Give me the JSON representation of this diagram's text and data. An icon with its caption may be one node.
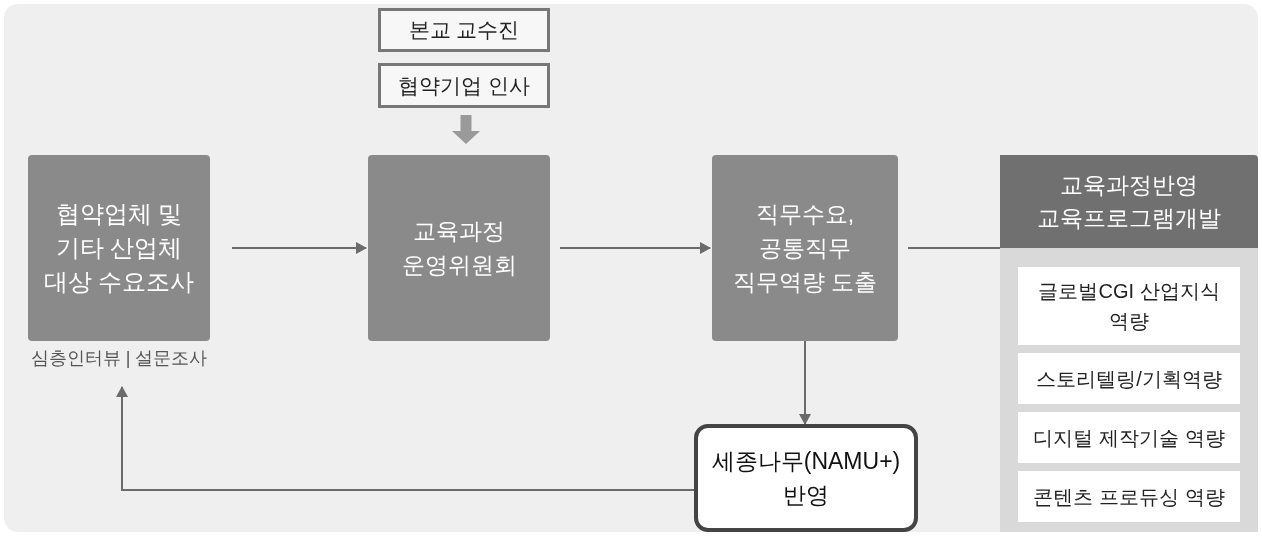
{
  "diagram": {
    "nodes": [
      {
        "text": [
          "본교 교수진"
        ]
      },
      {
        "text": [
          "협약기업 인사"
        ]
      },
      {
        "text": [
          "협약업체 및 기타 산업체 대상 수요조사"
        ],
        "beside": [
          "심층인터뷰 | 설문조사"
        ]
      },
      {
        "text": [
          "교육과정 운영위원회"
        ]
      },
      {
        "text": [
          "직무수요, 공통직무 직무역량 도출"
        ]
      },
      {
        "text": [
          "교육과정반영 교육프로그램개발"
        ]
      },
      {
        "text": [
          "글로벌CGI 산업지식 역량"
        ],
        "in": 5
      },
      {
        "text": [
          "스토리텔링/기획역량"
        ],
        "in": 5
      },
      {
        "text": [
          "디지털 제작기술 역량"
        ],
        "in": 5
      },
      {
        "text": [
          "콘텐츠 프로듀싱 역량"
        ],
        "in": 5
      },
      {
        "text": [
          "세종나무(NAMU+) 반영"
        ]
      }
    ],
    "edges": [
      {
        "from": 1,
        "to": 3,
        "arrow": "to",
        "style": "thick"
      },
      {
        "from": 2,
        "to": 3,
        "arrow": "to"
      },
      {
        "from": 3,
        "to": 4,
        "arrow": "to"
      },
      {
        "from": 4,
        "to": 5,
        "arrow": "none"
      },
      {
        "from": 4,
        "to": 10,
        "arrow": "to"
      },
      {
        "from": 10,
        "to": 2,
        "arrow": "to"
      }
    ]
  }
}
